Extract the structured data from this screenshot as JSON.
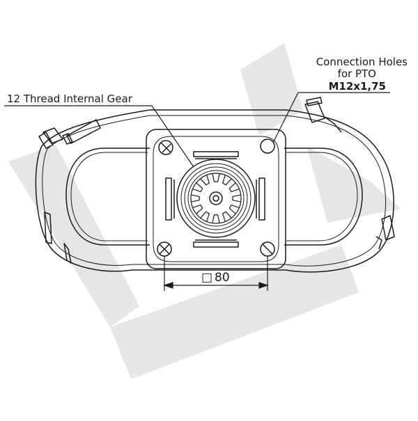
{
  "drawing": {
    "annotations": {
      "gear_label": "12 Thread Internal Gear",
      "holes_label_line1": "Connection Holes",
      "holes_label_line2": "for PTO",
      "holes_spec": "M12x1,75"
    },
    "dimension": {
      "symbol": "□",
      "value": "80"
    },
    "gear_teeth": 12,
    "colors": {
      "line": "#1a1a1a",
      "watermark": "#e8e8e8",
      "background": "#ffffff"
    }
  }
}
